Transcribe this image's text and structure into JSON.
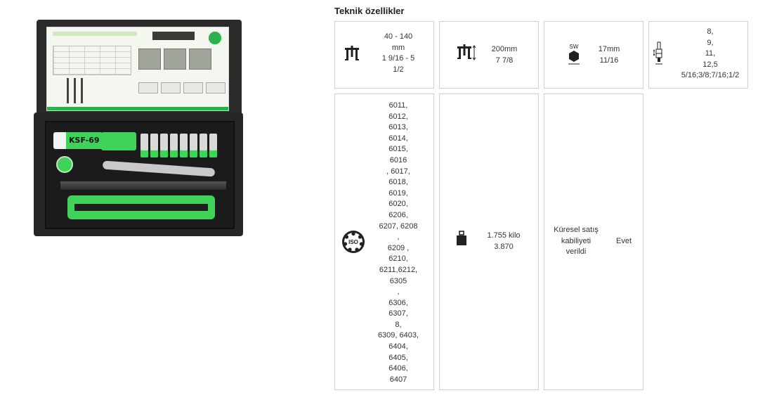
{
  "section": {
    "title": "Teknik özellikler"
  },
  "specs": {
    "reach": {
      "icon": "puller-reach-icon",
      "lines": [
        "40 - 140",
        "mm",
        "1 9/16 - 5",
        "1/2"
      ]
    },
    "depth": {
      "icon": "puller-depth-icon",
      "lines": [
        "200mm",
        "7 7/8"
      ]
    },
    "wrench_size": {
      "icon": "hex-wrench-size-icon",
      "icon_label": "SW",
      "lines": [
        "17mm",
        "11/16"
      ]
    },
    "socket_sizes": {
      "icon": "socket-size-icon",
      "lines": [
        "8,",
        "9,",
        "11,",
        "12,5",
        "5/16;3/8;7/16;1/2"
      ]
    },
    "bearings": {
      "icon": "iso-bearing-icon",
      "icon_label": "ISO",
      "lines": [
        "6011,",
        "6012,",
        "6013,",
        "6014,",
        "6015,",
        "6016",
        ", 6017,",
        "6018,",
        "6019,",
        "6020,",
        "6206,",
        "6207, 6208",
        ",",
        "6209 ,",
        "6210,",
        "6211,6212,",
        "6305",
        ",",
        "6306,",
        "6307,",
        "8,",
        "6309, 6403,",
        "6404,",
        "6405,",
        "6406,",
        "6407"
      ]
    },
    "weight": {
      "icon": "weight-icon",
      "lines": [
        "1.755 kilo",
        "3.870"
      ]
    },
    "global_sales": {
      "label_lines": [
        "Küresel satış",
        "kabiliyeti",
        "verildi"
      ],
      "value": "Evet"
    }
  },
  "product_photo": {
    "case_label": "KSF-69",
    "brand_color": "#3fd35a"
  }
}
